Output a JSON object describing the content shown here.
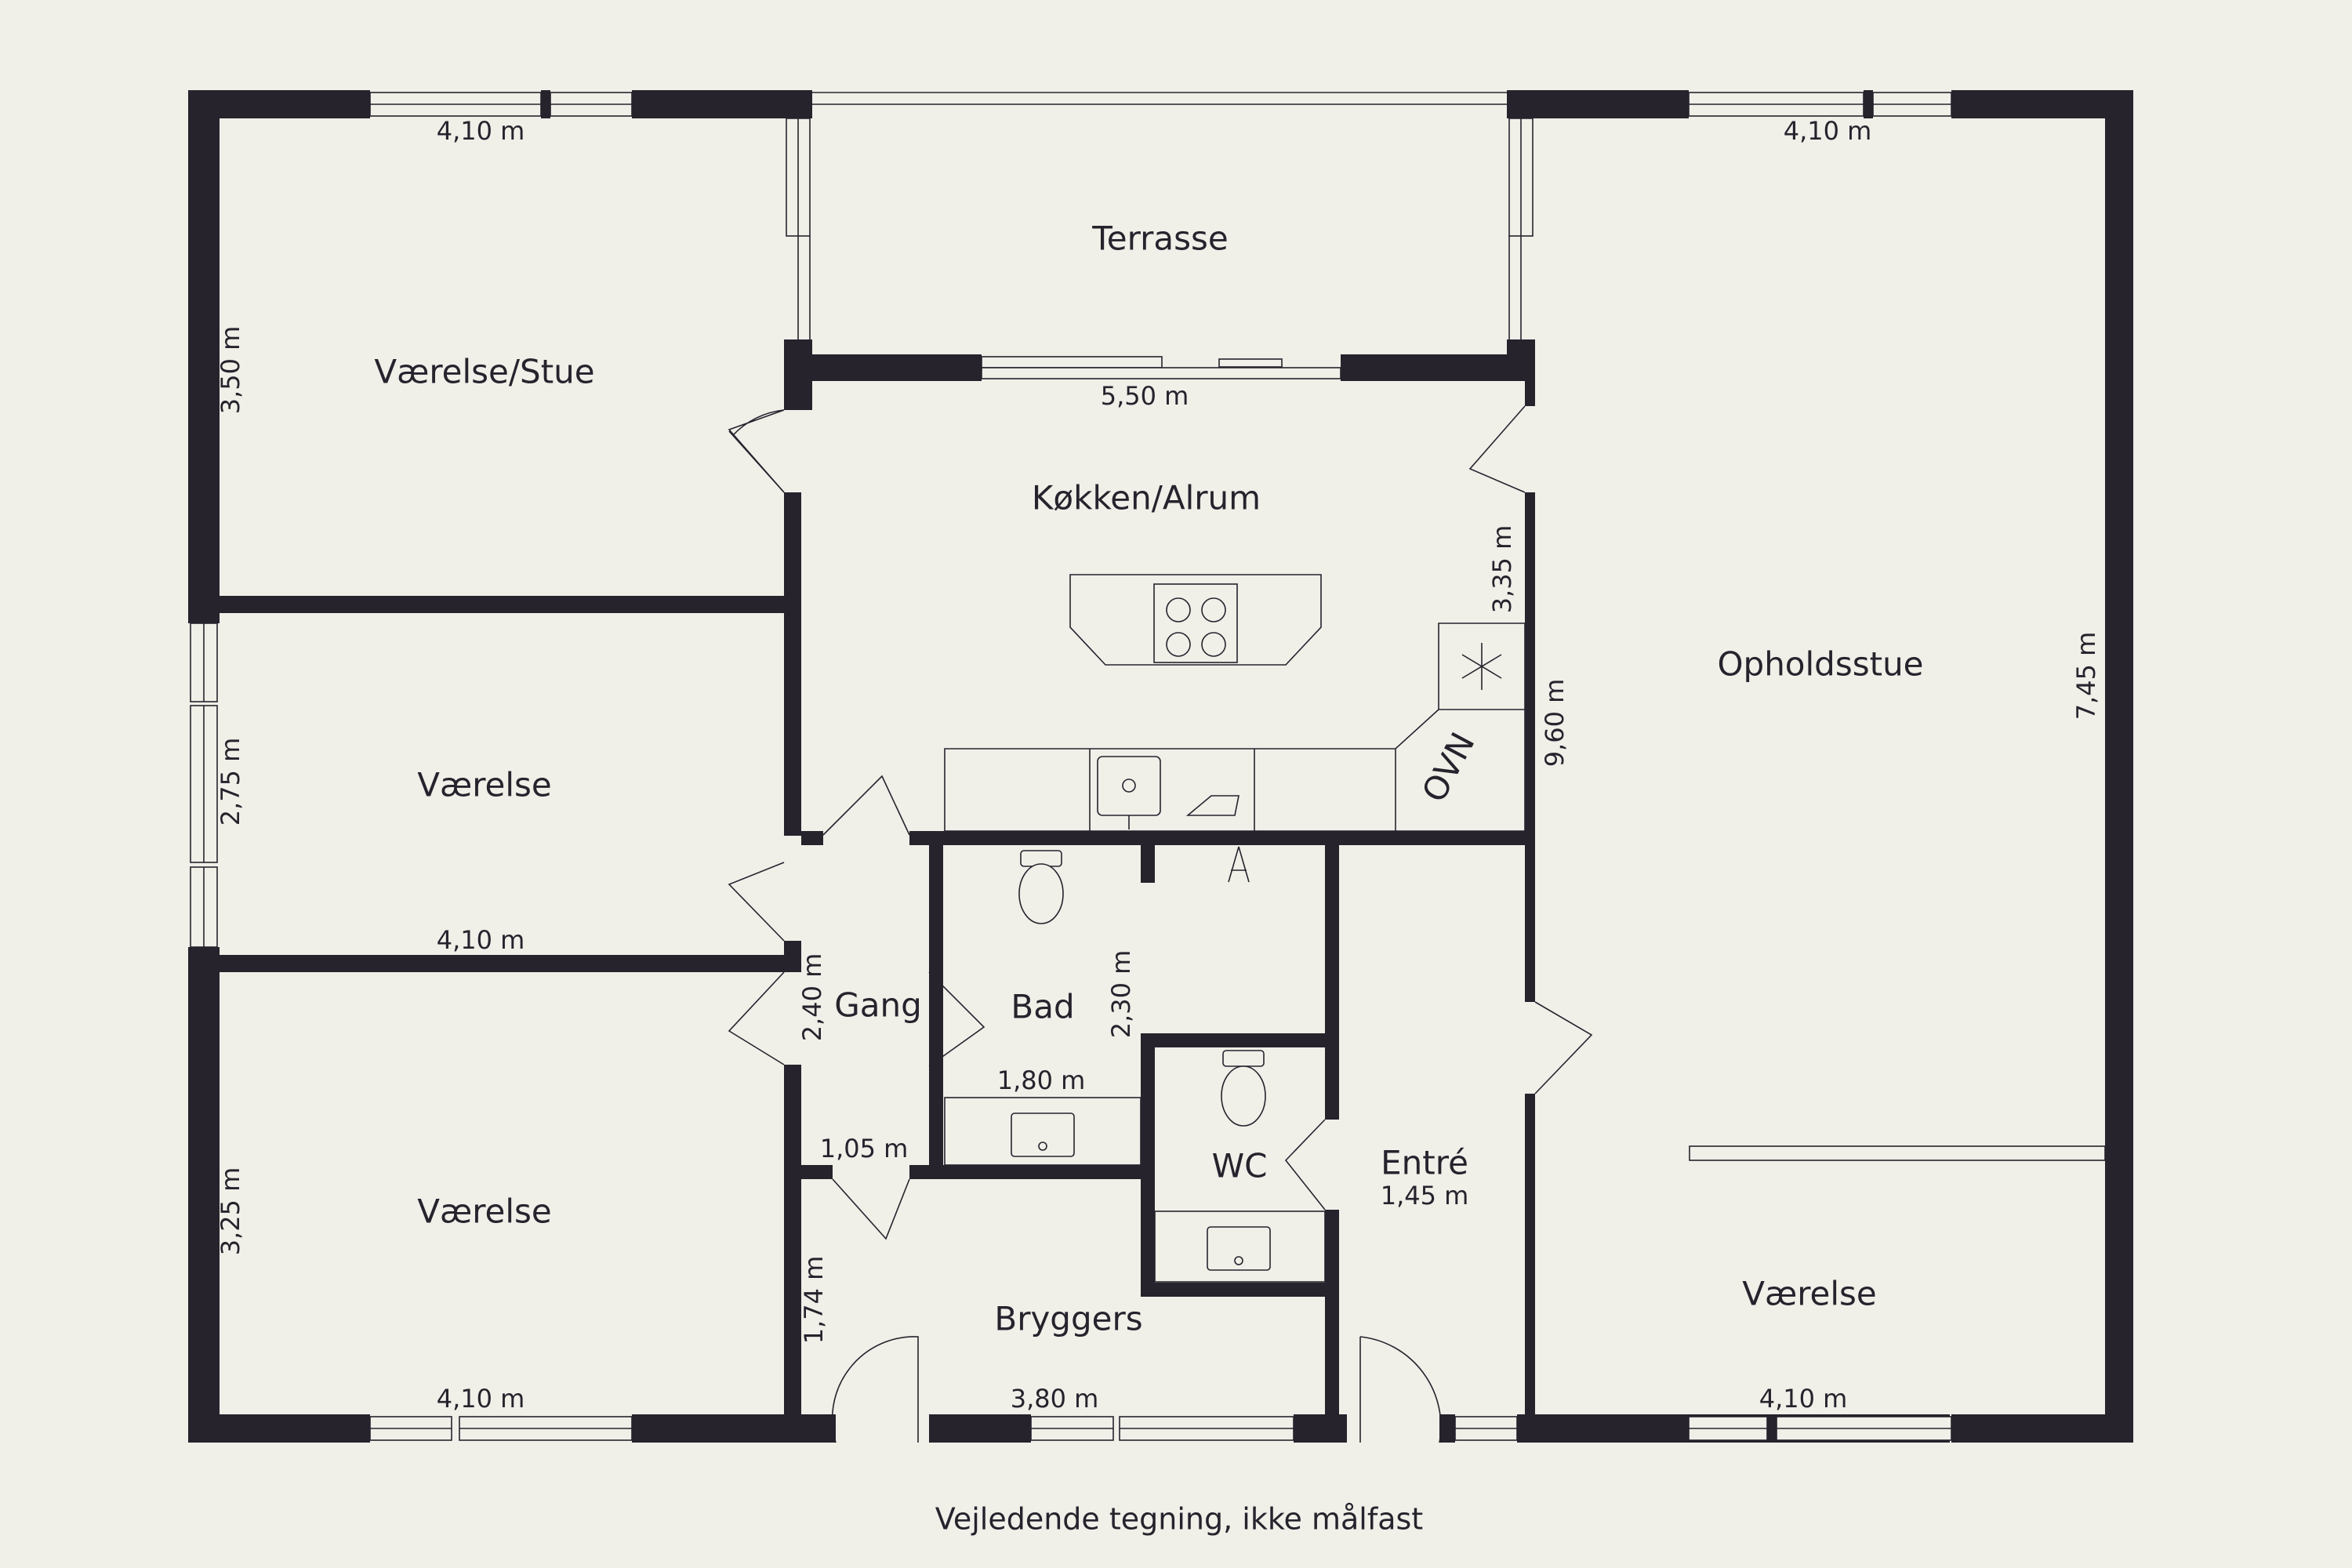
{
  "rooms": {
    "vaerelse_stue": "Værelse/Stue",
    "terrasse": "Terrasse",
    "koekken_alrum": "Køkken/Alrum",
    "opholdsstue": "Opholdsstue",
    "vaerelse_mid_left": "Værelse",
    "vaerelse_bottom_left": "Værelse",
    "vaerelse_bottom_right": "Værelse",
    "gang": "Gang",
    "bad": "Bad",
    "wc": "WC",
    "entre": "Entré",
    "bryggers": "Bryggers",
    "ovn": "OVN"
  },
  "dimensions": {
    "top_left_width": "4,10 m",
    "top_right_width": "4,10 m",
    "left_top_height": "3,50 m",
    "terrace_width": "5,50 m",
    "kitchen_height": "3,35 m",
    "living_width": "9,60 m",
    "living_height": "7,45 m",
    "left_mid_height": "2,75 m",
    "left_mid_width": "4,10 m",
    "gang_height": "2,40 m",
    "bad_height": "2,30 m",
    "bad_width": "1,80 m",
    "gang_width": "1,05 m",
    "entre_width": "1,45 m",
    "left_bottom_height": "3,25 m",
    "left_bottom_width": "4,10 m",
    "bryggers_height": "1,74 m",
    "bryggers_width": "3,80 m",
    "bottom_right_width": "4,10 m"
  },
  "footer": {
    "note": "Vejledende tegning, ikke målfast"
  },
  "colors": {
    "background": "#f0efe8",
    "wall": "#27232d"
  }
}
